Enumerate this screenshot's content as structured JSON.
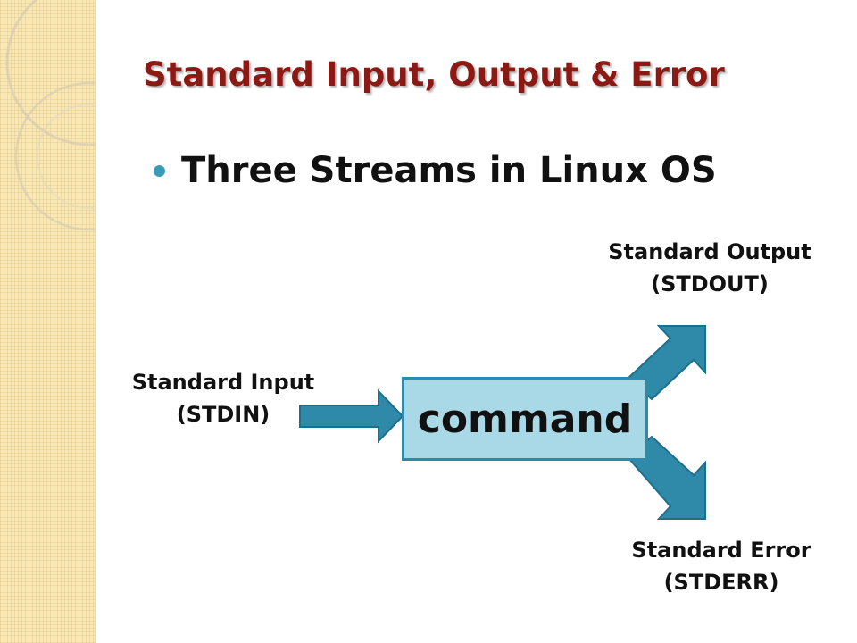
{
  "slide": {
    "title": "Standard Input, Output & Error",
    "bullet": "Three Streams in Linux OS"
  },
  "diagram": {
    "center": "command",
    "stdin": {
      "line1": "Standard Input",
      "line2": "(STDIN)"
    },
    "stdout": {
      "line1": "Standard Output",
      "line2": "(STDOUT)"
    },
    "stderr": {
      "line1": "Standard Error",
      "line2": "(STDERR)"
    }
  },
  "colors": {
    "title": "#8b1a14",
    "bullet": "#3a9bb8",
    "arrow_fill": "#2e8aa8",
    "arrow_stroke": "#1f6f8a",
    "box_fill": "#a9d8e6",
    "box_border": "#2e8aa8",
    "side_strip": "#f7e8b8"
  }
}
